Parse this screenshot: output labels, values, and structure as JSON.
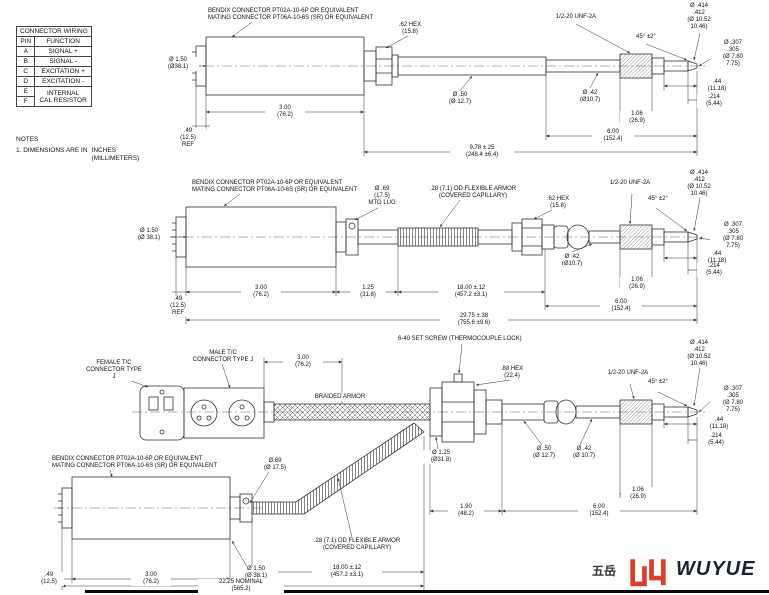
{
  "connector_table": {
    "title": "CONNECTOR WIRING",
    "col_pin": "PIN",
    "col_function": "FUNCTION",
    "rows": [
      {
        "pin": "A",
        "function": "SIGNAL +"
      },
      {
        "pin": "B",
        "function": "SIGNAL -"
      },
      {
        "pin": "C",
        "function": "EXCITATION +"
      },
      {
        "pin": "D",
        "function": "EXCITATION -"
      }
    ],
    "merged": {
      "pin_e": "E",
      "pin_f": "F",
      "function": "INTERNAL\nCAL RESISTOR"
    }
  },
  "notes": {
    "heading": "NOTES",
    "item1_prefix": "1. DIMENSIONS ARE IN",
    "item1_units": "INCHES\n(MILLIMETERS)"
  },
  "d1": {
    "bendix": "BENDIX CONNECTOR PT02A-10-6P OR EQUIVALENT\nMATING CONNECTOR PT06A-10-6S (SR) OR EQUIVALENT",
    "hex": ".62 HEX\n(15.8)",
    "thread": "1/2-20 UNF-2A",
    "angle": "45° ±2°",
    "od414": "Ø .414\n.412\n(Ø 10.52\n10.46)",
    "od307": "Ø .307\n.305\n(Ø 7.80\n7.75)",
    "body_od": "Ø 1.50\n(Ø38.1)",
    "ref49": ".49\n(12.5)\nREF",
    "len300": "3.00\n(76.2)",
    "od50": "Ø .50\n(Ø 12.7)",
    "od42": "Ø .42\n(Ø10.7)",
    "len44": ".44\n(11.18)",
    "len214": ".214\n(5.44)",
    "len106": "1.06\n(26.9)",
    "len600": "6.00\n(152.4)",
    "overall": "9.78 ±.25\n(248.4 ±6.4)"
  },
  "d2": {
    "bendix": "BENDIX CONNECTOR PT02A-10-6P OR EQUIVALENT\nMATING CONNECTOR PT06A-10-6S (SR) OR EQUIVALENT",
    "lug69": "Ø .69\n(17.5)\nMTG LUG",
    "armor28": ".28 (7.1)  OD FLEXIBLE ARMOR\n(COVERED CAPILLARY)",
    "hex": ".62 HEX\n(15.8)",
    "thread": "1/2-20 UNF-2A",
    "angle": "45° ±2°",
    "od414": "Ø .414\n.412\n(Ø 10.52\n10.46)",
    "od307": "Ø .307\n.305\n(Ø 7.80\n7.75)",
    "body_od": "Ø 1.50\n(Ø 38.1)",
    "ref49": ".49\n(12.5)\nREF",
    "len300": "3.00\n(76.2)",
    "len125": "1.25\n(31.8)",
    "len1800": "18.00 ±.12\n(457.2 ±3.1)",
    "od42": "Ø .42\n(Ø10.7)",
    "len44": ".44\n(11.18)",
    "len214": ".214\n(5.44)",
    "len106": "1.06\n(26.9)",
    "len600": "6.00\n(152.4)",
    "overall": "29.75 ±.38\n(755.6 ±9.6)"
  },
  "d3": {
    "female": "FEMALE T/C\nCONNECTOR TYPE J",
    "male": "MALE T/C\nCONNECTOR TYPE J",
    "len300_top": "3.00\n(76.2)",
    "setscrew": "6-40 SET SCREW (THERMOCOUPLE LOCK)",
    "hex88": ".88 HEX\n(22.4)",
    "thread": "1/2-20 UNF-2A",
    "angle": "45° ±2°",
    "od414": "Ø .414\n.412\n(Ø 10.52\n10.46)",
    "od307": "Ø .307\n.305\n(Ø 7.80\n7.75)",
    "braided": "BRAIDED ARMOR",
    "bendix": "BENDIX CONNECTOR PT02A-10-6P OR EQUIVALENT\nMATING CONNECTOR PT06A-10-6S (SR) OR EQUIVALENT",
    "lug69": "Ø.69\n(Ø 17.5)",
    "armor28": ".28 (7.1)  OD FLEXIBLE ARMOR\n(COVERED CAPILLARY)",
    "len1800": "18.00 ±.12\n(457.2 ±3.1)",
    "od125": "Ø 1.25\n(Ø31.8)",
    "od50": "Ø .50\n(Ø 12.7)",
    "od42": "Ø .42\n(Ø 10.7)",
    "len44": ".44\n(11.18)",
    "len214": ".214\n(5.44)",
    "len106": "1.06\n(26.9)",
    "len190": "1.90\n(48.2)",
    "len600": "6.00\n(152.4)",
    "len300_body": "3.00\n(76.2)",
    "body_od": "Ø 1.50\n(Ø 38.1)",
    "ref49": ".49\n(12.5)",
    "overall": "22.25  NOMINAL\n(565.2)"
  },
  "logo": {
    "cjk": "五岳",
    "name": "WUYUE",
    "color": "#d6402c"
  }
}
